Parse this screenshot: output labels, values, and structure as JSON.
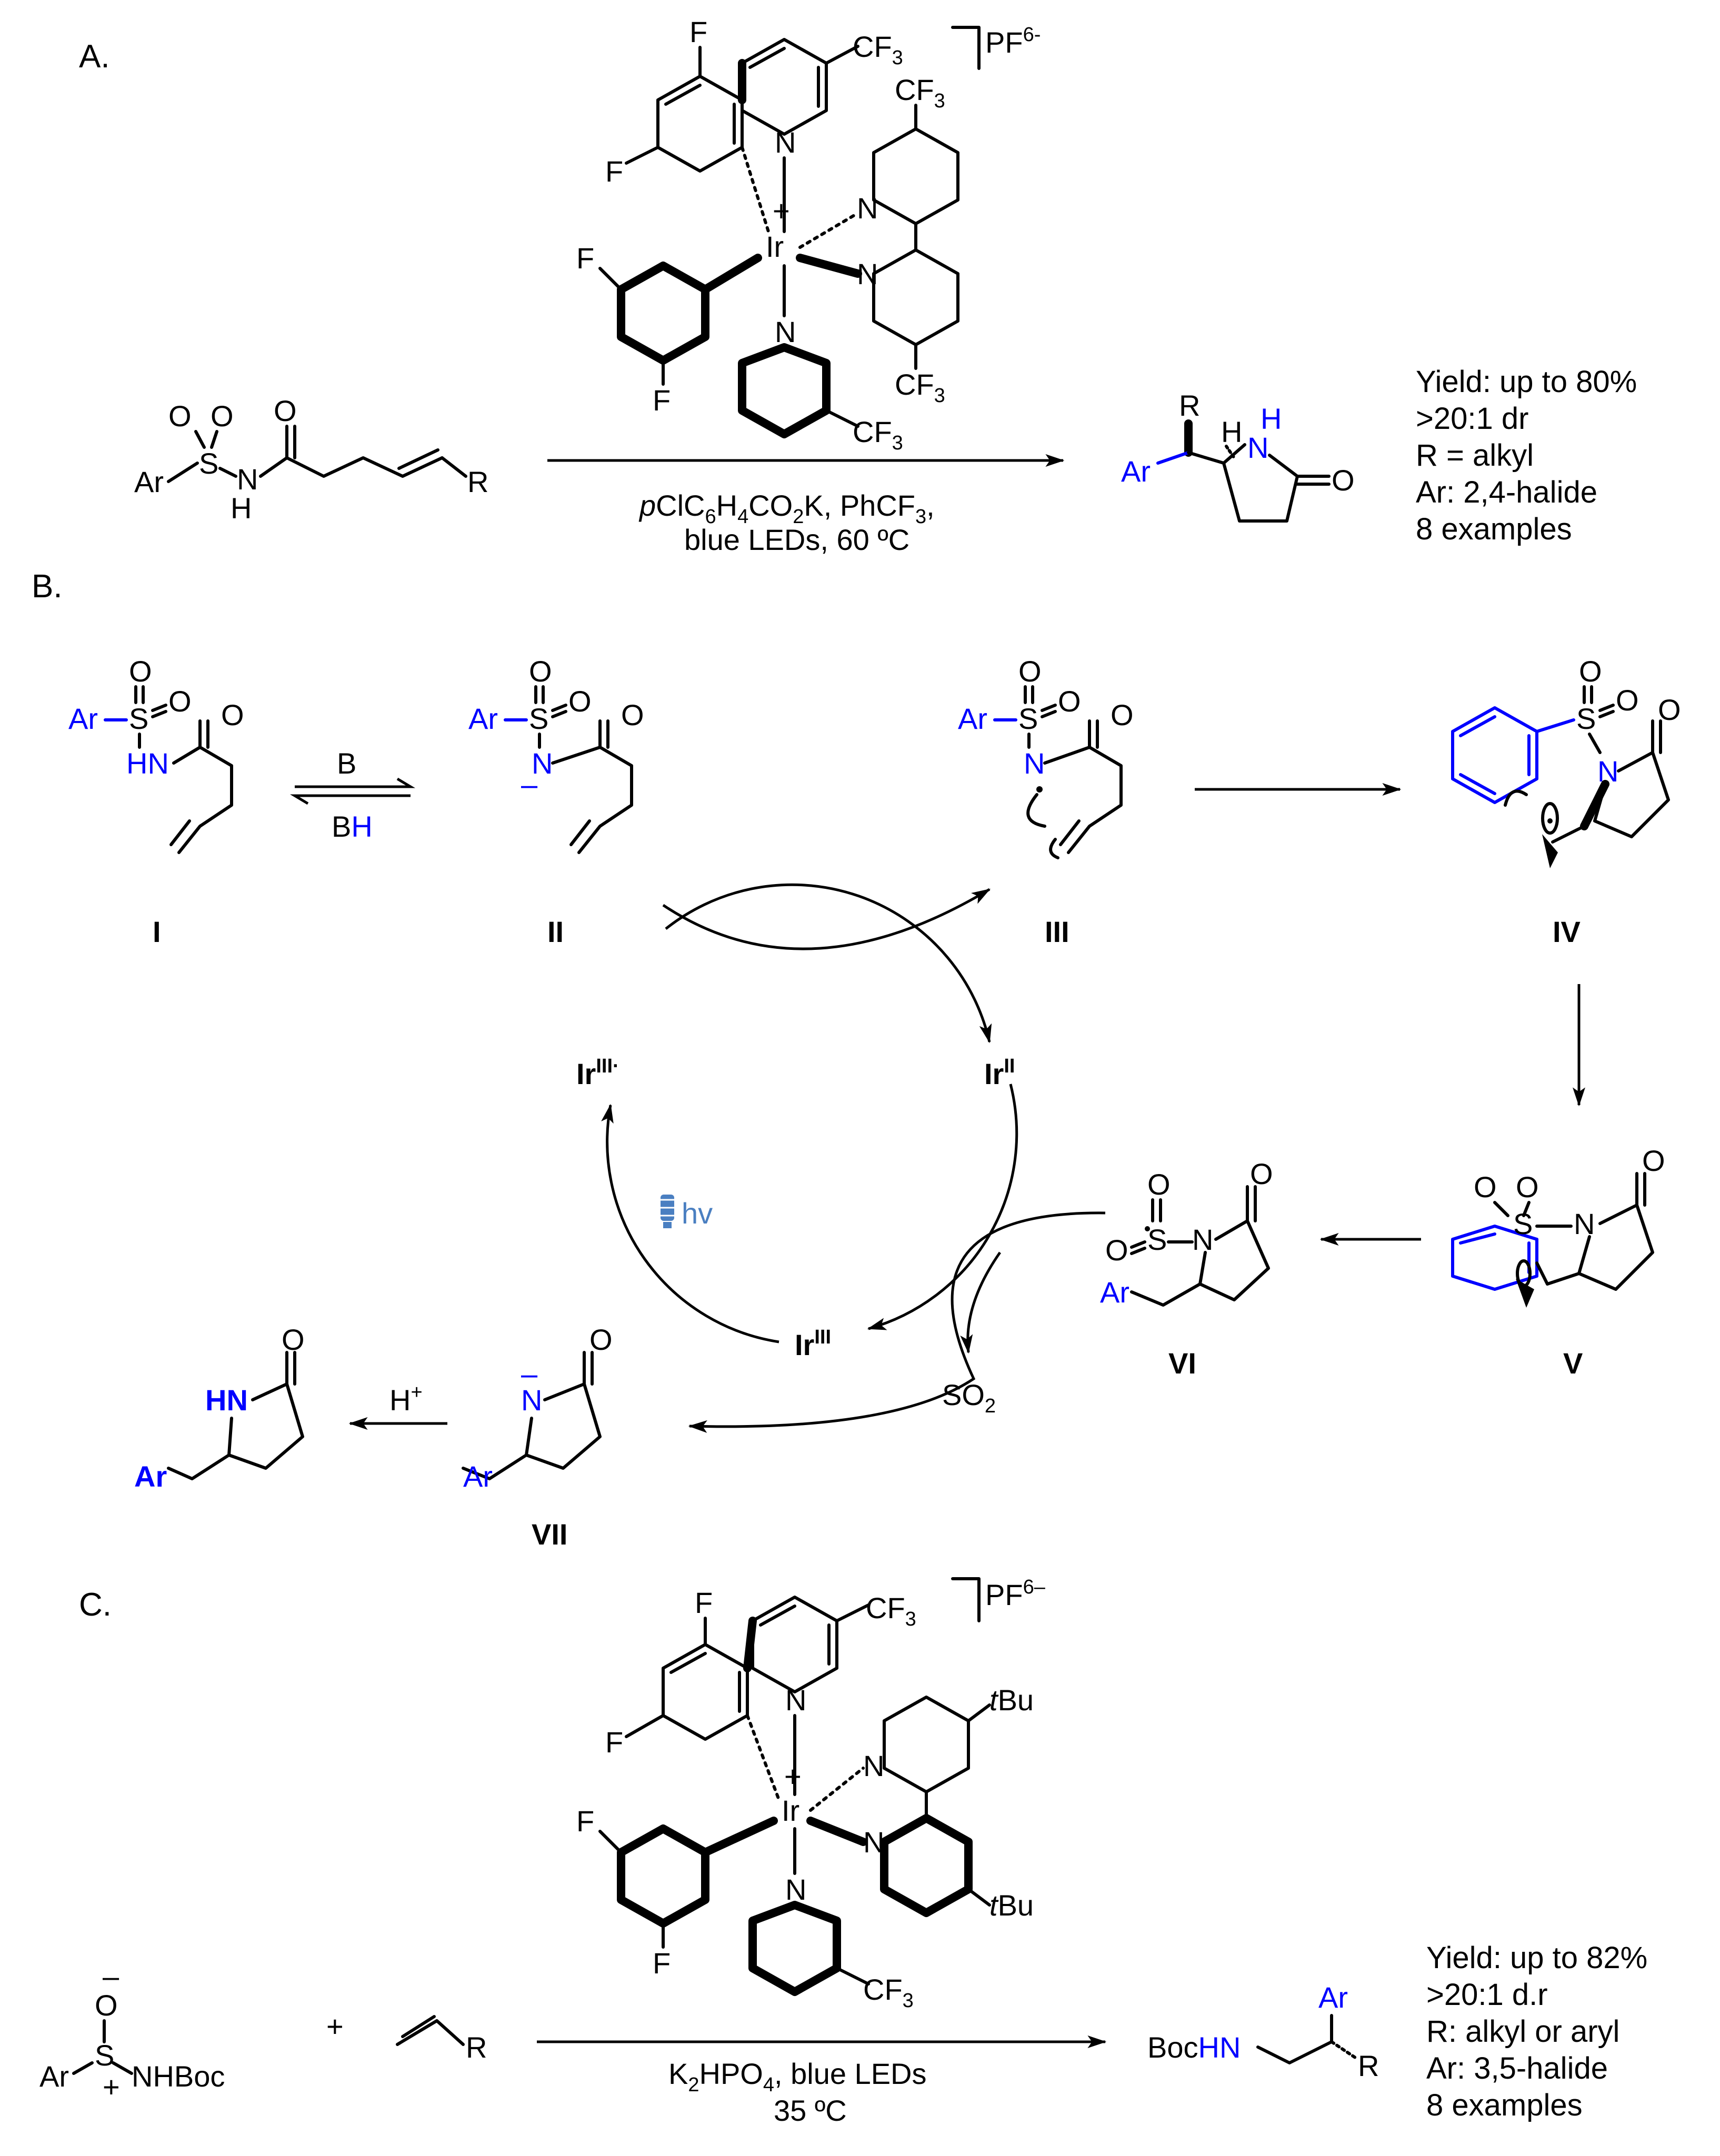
{
  "sections": {
    "a": {
      "label": "A.",
      "catalyst": {
        "counterion": "PF",
        "counterion_sup": "6-",
        "metal": "Ir",
        "charge": "+",
        "cf3": "CF",
        "cf3_sub": "3",
        "f": "F",
        "n": "N"
      },
      "substrate": {
        "ar": "Ar",
        "s": "S",
        "o": "O",
        "n": "N",
        "h": "H",
        "r": "R"
      },
      "conditions": {
        "line1_prefix": "p",
        "line1_a": "ClC",
        "line1_sub1": "6",
        "line1_b": "H",
        "line1_sub2": "4",
        "line1_c": "CO",
        "line1_sub3": "2",
        "line1_d": "K, PhCF",
        "line1_sub4": "3",
        "line1_e": ",",
        "line2": "blue LEDs, 60 ºC"
      },
      "product": {
        "r": "R",
        "ar": "Ar",
        "h": "H",
        "nh_n": "N",
        "nh_h": "H",
        "o": "O"
      },
      "summary": [
        "Yield: up to 80%",
        ">20:1 dr",
        "R = alkyl",
        "Ar: 2,4-halide",
        "8 examples"
      ]
    },
    "b": {
      "label": "B.",
      "compounds": [
        "I",
        "II",
        "III",
        "IV",
        "V",
        "VI",
        "VII"
      ],
      "atoms": {
        "ar": "Ar",
        "s": "S",
        "o": "O",
        "hn": "HN",
        "n": "N",
        "minus": "–",
        "so2": "SO",
        "so2_sub": "2",
        "h_plus": "H",
        "plus": "+"
      },
      "equilibrium": {
        "forward": "B",
        "back_b": "B",
        "back_h": "H"
      },
      "ir_cycle": {
        "ir3_radical": "Ir",
        "ir3_radical_sup": "III·",
        "ir2": "Ir",
        "ir2_sup": "II",
        "ir3": "Ir",
        "ir3_sup": "III",
        "hv": "hv"
      },
      "final_product": {
        "hn": "HN",
        "ar": "Ar",
        "o": "O"
      }
    },
    "c": {
      "label": "C.",
      "catalyst": {
        "counterion": "PF",
        "counterion_sup": "6–",
        "metal": "Ir",
        "charge": "+",
        "cf3": "CF",
        "cf3_sub": "3",
        "tbu_t": "t",
        "tbu_bu": "Bu",
        "f": "F",
        "n": "N"
      },
      "reagent1": {
        "o": "O",
        "o_charge": "–",
        "s": "S",
        "s_charge": "+",
        "ar": "Ar",
        "nhboc": "NHBoc"
      },
      "plus_sign": "+",
      "reagent2": {
        "r": "R"
      },
      "conditions": {
        "line1_a": "K",
        "line1_sub1": "2",
        "line1_b": "HPO",
        "line1_sub2": "4",
        "line1_c": ", blue LEDs",
        "line2": "35 ºC"
      },
      "product": {
        "boc": "Boc",
        "hn": "HN",
        "ar": "Ar",
        "r": "R"
      },
      "summary": [
        "Yield: up to 82%",
        ">20:1 d.r",
        "R: alkyl or aryl",
        "Ar: 3,5-halide",
        "8 examples"
      ]
    }
  },
  "colors": {
    "highlight": "#0000ff",
    "light_icon": "#4a7fc1",
    "ink": "#000000"
  }
}
